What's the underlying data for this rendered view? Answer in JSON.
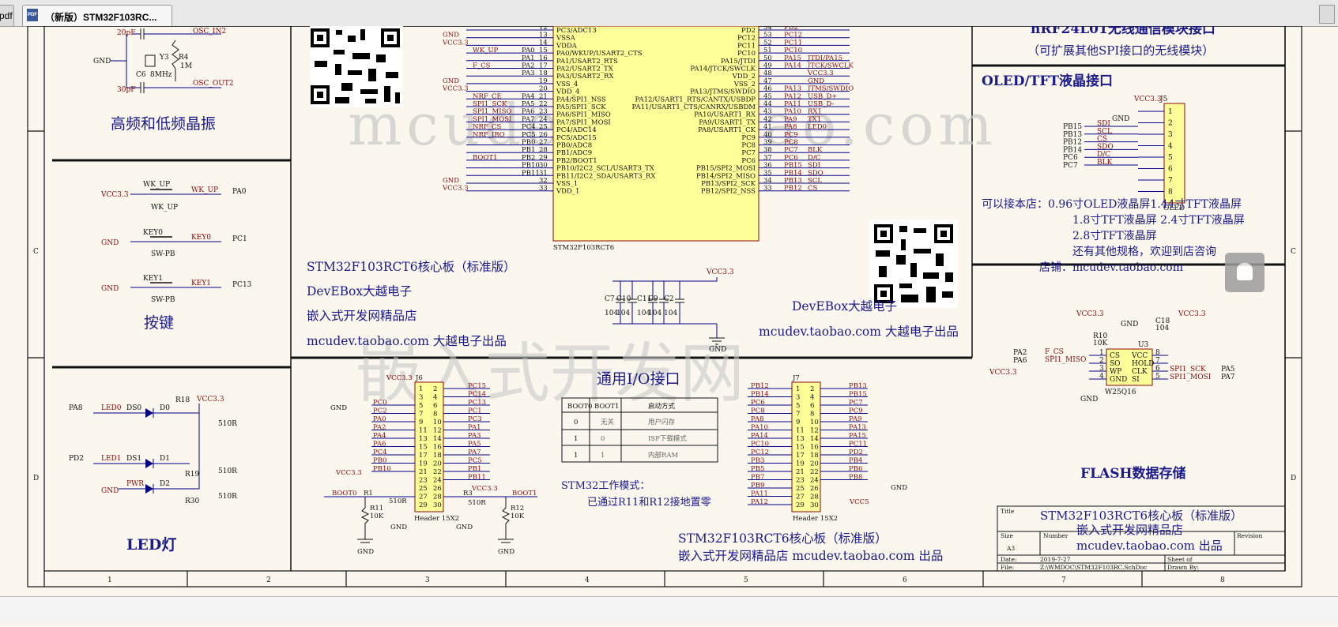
{
  "tabs": {
    "prev_label": "pdf",
    "doc_icon": "PDF",
    "doc_title": "（新版）STM32F103RC..."
  },
  "colors": {
    "net": "#8b0a0a",
    "wire": "#00008b",
    "ink": "#1a1a8a",
    "body": "#ffff99",
    "grid": "#111111"
  },
  "icons": {
    "float": "pointer-icon"
  },
  "grid": {
    "cols": [
      "1",
      "2",
      "3",
      "4",
      "5",
      "6",
      "7",
      "8"
    ],
    "rows_left": [
      "C",
      "D"
    ],
    "rows_right": [
      "C",
      "D"
    ]
  },
  "watermarks": {
    "top": "mcudev.taobao.com",
    "middle": "嵌入式开发网"
  },
  "crystal": {
    "c20p_top": "20pF",
    "osc_in": "OSC_IN2",
    "osc_out": "OSC_OUT2",
    "gnd": "GND",
    "y": "Y3",
    "r": "R4",
    "rv": "1M",
    "c": "C6",
    "f": "8MHz",
    "c20p_bot": "30pF",
    "title": "高频和低频晶振"
  },
  "keys": {
    "k1": {
      "vcc": "VCC3.3",
      "name": "WK_UP",
      "net": "WK_UP",
      "pin": "PA0",
      "label": "WK_UP"
    },
    "k2": {
      "gnd": "GND",
      "name": "KEY0",
      "net": "KEY0",
      "pin": "PC1",
      "label": "SW-PB"
    },
    "k3": {
      "gnd": "GND",
      "name": "KEY1",
      "net": "KEY1",
      "pin": "PC13",
      "label": "SW-PB"
    },
    "title": "按键"
  },
  "leds": {
    "l1": {
      "pin": "PA8",
      "net": "LED0",
      "ds": "DS0",
      "d": "D0",
      "r": "R18",
      "rv": "510R"
    },
    "l2": {
      "pin": "PD2",
      "net": "LED1",
      "ds": "DS1",
      "d": "D1",
      "r": "R19",
      "rv": "510R"
    },
    "l3": {
      "gnd": "GND",
      "net": "PWR",
      "d": "D2",
      "r": "R30",
      "rv": "510R"
    },
    "vcc": "VCC3.3",
    "title": "LED灯"
  },
  "mcu": {
    "left_pins": [
      {
        "n": "12",
        "name": "PC3/ADC13",
        "net": ""
      },
      {
        "n": "13",
        "name": "VSSA",
        "net": "GND"
      },
      {
        "n": "14",
        "name": "VDDA",
        "net": "VCC3.3"
      },
      {
        "n": "15",
        "name": "PA0/WKUP/USART2_CTS",
        "net": "WK_UP",
        "pa": "PA0"
      },
      {
        "n": "16",
        "name": "PA1/USART2_RTS",
        "net": "",
        "pa": "PA1"
      },
      {
        "n": "17",
        "name": "PA2/USART2_TX",
        "net": "F_CS",
        "pa": "PA2"
      },
      {
        "n": "18",
        "name": "PA3/USART2_RX",
        "net": "",
        "pa": "PA3"
      },
      {
        "n": "19",
        "name": "VSS_4",
        "net": "GND"
      },
      {
        "n": "20",
        "name": "VDD_4",
        "net": "VCC3.3"
      },
      {
        "n": "21",
        "name": "PA4/SPI1_NSS",
        "net": "NRF_CE",
        "pa": "PA4"
      },
      {
        "n": "22",
        "name": "PA5/SPI1_SCK",
        "net": "SPI1_SCK",
        "pa": "PA5"
      },
      {
        "n": "23",
        "name": "PA6/SPI1_MISO",
        "net": "SPI1_MISO",
        "pa": "PA6"
      },
      {
        "n": "24",
        "name": "PA7/SPI1_MOSI",
        "net": "SPI1_MOSI",
        "pa": "PA7"
      },
      {
        "n": "25",
        "name": "PC4/ADC14",
        "net": "NRF_CS",
        "pa": "PC4"
      },
      {
        "n": "26",
        "name": "PC5/ADC15",
        "net": "NRF_IRQ",
        "pa": "PC5"
      },
      {
        "n": "27",
        "name": "PB0/ADC8",
        "net": "",
        "pa": "PB0"
      },
      {
        "n": "28",
        "name": "PB1/ADC9",
        "net": "",
        "pa": "PB1"
      },
      {
        "n": "29",
        "name": "PB2/BOOT1",
        "net": "BOOT1",
        "pa": "PB2"
      },
      {
        "n": "30",
        "name": "PB10/I2C2_SCL/USART3_TX",
        "net": "",
        "pa": "PB10"
      },
      {
        "n": "31",
        "name": "PB11/I2C2_SDA/USART3_RX",
        "net": "",
        "pa": "PB11"
      },
      {
        "n": "32",
        "name": "VSS_1",
        "net": "GND"
      },
      {
        "n": "33",
        "name": "VDD_1",
        "net": "VCC3.3"
      }
    ],
    "right_pins": [
      {
        "n": "54",
        "name": "PD2",
        "pa": "PD2",
        "net": ""
      },
      {
        "n": "53",
        "name": "PC12",
        "pa": "PC12",
        "net": ""
      },
      {
        "n": "52",
        "name": "PC11",
        "pa": "PC11",
        "net": ""
      },
      {
        "n": "51",
        "name": "PC10",
        "pa": "PC10",
        "net": ""
      },
      {
        "n": "50",
        "name": "PA15/JTDI",
        "pa": "PA15",
        "net": "JTDI/PA15"
      },
      {
        "n": "49",
        "name": "PA14/JTCK/SWCLK",
        "pa": "PA14",
        "net": "JTCK/SWCLK"
      },
      {
        "n": "48",
        "name": "VDD_2",
        "pa": "",
        "net": "VCC3.3"
      },
      {
        "n": "47",
        "name": "VSS_2",
        "pa": "",
        "net": "GND"
      },
      {
        "n": "46",
        "name": "PA13/JTMS/SWDIO",
        "pa": "PA13",
        "net": "JTMS/SWDIO"
      },
      {
        "n": "45",
        "name": "PA12/USART1_RTS/CANTX/USBDP",
        "pa": "PA12",
        "net": "USB_D+"
      },
      {
        "n": "44",
        "name": "PA11/USART1_CTS/CANRX/USBDM",
        "pa": "PA11",
        "net": "USB_D-"
      },
      {
        "n": "43",
        "name": "PA10/USART1_RX",
        "pa": "PA10",
        "net": "RX1"
      },
      {
        "n": "42",
        "name": "PA9/USART1_TX",
        "pa": "PA9",
        "net": "TX1"
      },
      {
        "n": "41",
        "name": "PA8/USART1_CK",
        "pa": "PA8",
        "net": "LED0"
      },
      {
        "n": "40",
        "name": "PC9",
        "pa": "PC9",
        "net": ""
      },
      {
        "n": "39",
        "name": "PC8",
        "pa": "PC8",
        "net": ""
      },
      {
        "n": "38",
        "name": "PC7",
        "pa": "PC7",
        "net": "BLK"
      },
      {
        "n": "37",
        "name": "PC6",
        "pa": "PC6",
        "net": "D/C"
      },
      {
        "n": "36",
        "name": "PB15/SPI2_MOSI",
        "pa": "PB15",
        "net": "SDI"
      },
      {
        "n": "35",
        "name": "PB14/SPI2_MISO",
        "pa": "PB14",
        "net": "SDO"
      },
      {
        "n": "34",
        "name": "PB13/SPI2_SCK",
        "pa": "PB13",
        "net": "SCL"
      },
      {
        "n": "33",
        "name": "PB12/SPI2_NSS",
        "pa": "PB12",
        "net": "CS"
      }
    ],
    "part": "STM32F103RCT6"
  },
  "caps": {
    "vcc": "VCC3.3",
    "gnd": "GND",
    "names": [
      "C7",
      "C10",
      "C11",
      "C9",
      "C2"
    ],
    "vals": [
      "104",
      "104",
      "104",
      "104",
      "104"
    ]
  },
  "text_blocks": {
    "core1": [
      "STM32F103RCT6核心板（标准版）",
      "DevEBox大越电子",
      "嵌入式开发网精品店",
      "mcudev.taobao.com 大越电子出品"
    ],
    "core2": [
      "DevEBox大越电子",
      "mcudev.taobao.com 大越电子出品"
    ],
    "core3": [
      "STM32F103RCT6核心板（标准版）",
      "嵌入式开发网精品店  mcudev.taobao.com 出品"
    ]
  },
  "nrf": {
    "title": "nRF24L01无线通信模块接口",
    "sub": "（可扩展其他SPI接口的无线模块）"
  },
  "oled": {
    "title": "OLED/TFT液晶接口",
    "vcc": "VCC3.3",
    "gnd": "GND",
    "j": "J5",
    "part": "OLED",
    "pins": [
      "1",
      "2",
      "3",
      "4",
      "5",
      "6",
      "7",
      "8"
    ],
    "mcu": [
      "PB15",
      "PB13",
      "PB12",
      "PB14",
      "PC6",
      "PC7"
    ],
    "nets": [
      "SDI",
      "SCL",
      "CS",
      "SDO",
      "D/C",
      "BLK"
    ],
    "notes": [
      "可以接本店：0.96寸OLED液晶屏1.44寸TFT液晶屏",
      "1.8寸TFT液晶屏 2.4寸TFT液晶屏",
      "2.8寸TFT液晶屏",
      "还有其他规格，欢迎到店咨询",
      "店铺：mcudev.taobao.com"
    ]
  },
  "flash": {
    "title": "FLASH数据存储",
    "vcc": "VCC3.3",
    "gnd": "GND",
    "c": "C18",
    "cv": "104",
    "r": "R10",
    "rv": "10K",
    "u": "U3",
    "part": "W25Q16",
    "lpins": [
      "CS",
      "SO",
      "WP",
      "GND"
    ],
    "rpins": [
      "VCC",
      "HOLD",
      "CLK",
      "SI"
    ],
    "lnums": [
      "1",
      "2",
      "3",
      "4"
    ],
    "rnums": [
      "8",
      "7",
      "6",
      "5"
    ],
    "pa2": "PA2",
    "pa6": "PA6",
    "fcs": "F_CS",
    "miso": "SPI1_MISO",
    "sck": "SPI1_SCK",
    "mosi": "SPI1_MOSI",
    "pa5": "PA5",
    "pa7": "PA7"
  },
  "io": {
    "title": "通用I/O接口",
    "table": {
      "head": [
        "BOOT0",
        "BOOT1",
        "启动方式"
      ],
      "rows": [
        [
          "0",
          "无关",
          "用户闪存"
        ],
        [
          "1",
          "0",
          "ISP下载模式"
        ],
        [
          "1",
          "1",
          "内部RAM"
        ]
      ]
    },
    "note1": "STM32工作模式：",
    "note2": "已通过R11和R12接地置零",
    "j6": {
      "name": "J6",
      "part": "Header 15X2",
      "vcc": "VCC3.3",
      "gnd": "GND",
      "left": [
        "PC0",
        "PC2",
        "PA0",
        "PA2",
        "PA4",
        "PA6",
        "PC4",
        "PB0",
        "PB10"
      ],
      "right": [
        "PC15",
        "PC14",
        "PC13",
        "PC1",
        "PC3",
        "PA1",
        "PA3",
        "PA5",
        "PA7",
        "PC5",
        "PB1",
        "PB11"
      ],
      "nums_l": [
        "1",
        "3",
        "5",
        "7",
        "9",
        "11",
        "13",
        "15",
        "17",
        "19",
        "21",
        "23",
        "25",
        "27",
        "29"
      ],
      "nums_r": [
        "2",
        "4",
        "6",
        "8",
        "10",
        "12",
        "14",
        "16",
        "18",
        "20",
        "22",
        "24",
        "26",
        "28",
        "30"
      ]
    },
    "j7": {
      "name": "J7",
      "part": "Header 15X2",
      "gnd": "GND",
      "vcc": "VCC5",
      "left": [
        "PB12",
        "PB14",
        "PC6",
        "PC8",
        "PA8",
        "PA10",
        "PA14",
        "PC10",
        "PC12",
        "PB3",
        "PB5",
        "PB7",
        "PB9",
        "PA11",
        "PA12"
      ],
      "right": [
        "PB13",
        "PB15",
        "PC7",
        "PC9",
        "PA9",
        "PA13",
        "PA15",
        "PC11",
        "PD2",
        "PB4",
        "PB6",
        "PB8"
      ]
    },
    "boot": {
      "vcc": "VCC3.3",
      "boot0": "BOOT0",
      "boot1": "BOOT1",
      "r1": "R1",
      "r1v": "510R",
      "r3": "R3",
      "r3v": "510R",
      "r11": "R11",
      "r11v": "10K",
      "r12": "R12",
      "r12v": "10K",
      "gnd": "GND"
    }
  },
  "titleblock": {
    "title_label": "Title",
    "title": "STM32F103RCT6核心板（标准版）",
    "title2": "嵌入式开发网精品店",
    "title3": "mcudev.taobao.com  出品",
    "size_label": "Size",
    "size": "A3",
    "number_label": "Number",
    "revision_label": "Revision",
    "date_label": "Date:",
    "date": "2019-7-27",
    "sheet_label": "Sheet   of",
    "file_label": "File:",
    "file": "Z:\\WMDOC\\STM32F103RC.SchDoc",
    "drawn_label": "Drawn By:"
  }
}
